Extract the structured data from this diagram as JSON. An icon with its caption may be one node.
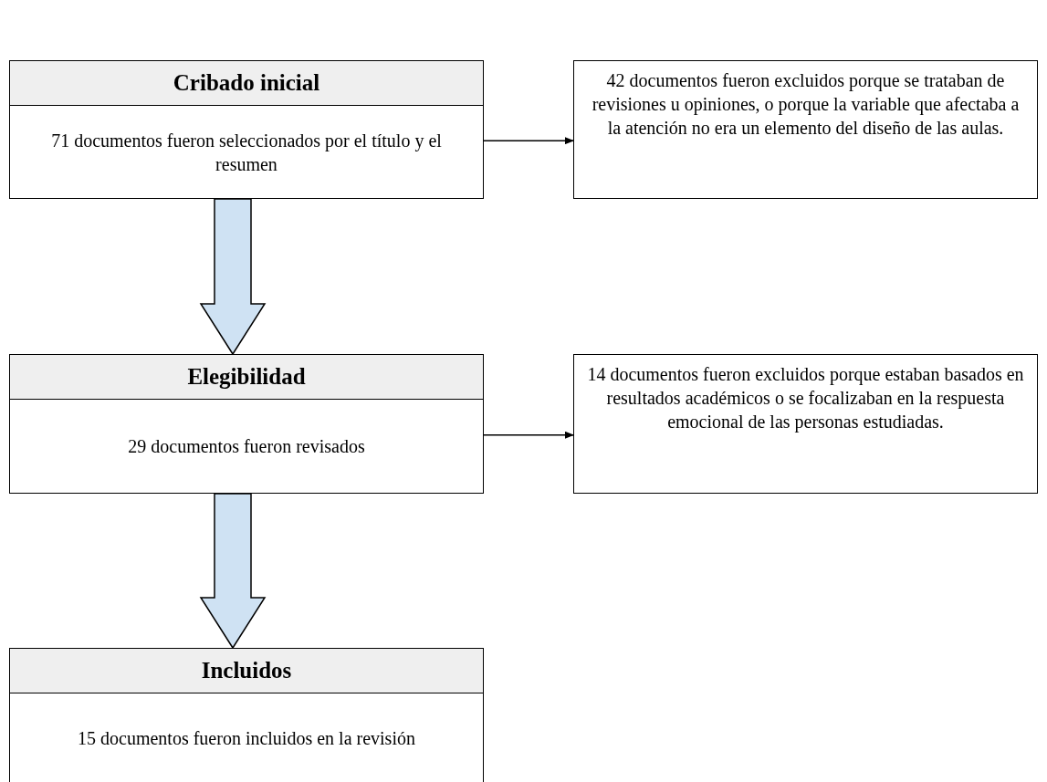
{
  "diagram": {
    "nodes": [
      {
        "text": [
          "Cribado inicial",
          "71 documentos fueron seleccionados por el título y el resumen"
        ]
      },
      {
        "text": [
          "42 documentos fueron excluidos porque se trataban de revisiones u opiniones, o porque la variable que afectaba a la atención no era un elemento del diseño de las aulas."
        ]
      },
      {
        "text": [
          "Elegibilidad",
          "29 documentos fueron revisados"
        ]
      },
      {
        "text": [
          "14 documentos fueron excluidos porque estaban basados en resultados académicos o se focalizaban en la respuesta emocional de las personas estudiadas."
        ]
      },
      {
        "text": [
          "Incluidos",
          "15 documentos fueron incluidos en la revisión"
        ]
      }
    ],
    "edges": [
      {
        "from": 0,
        "to": 1,
        "arrow": "to"
      },
      {
        "from": 0,
        "to": 2,
        "arrow": "to",
        "style": "thick"
      },
      {
        "from": 2,
        "to": 3,
        "arrow": "to"
      },
      {
        "from": 2,
        "to": 4,
        "arrow": "to",
        "style": "thick"
      }
    ]
  }
}
